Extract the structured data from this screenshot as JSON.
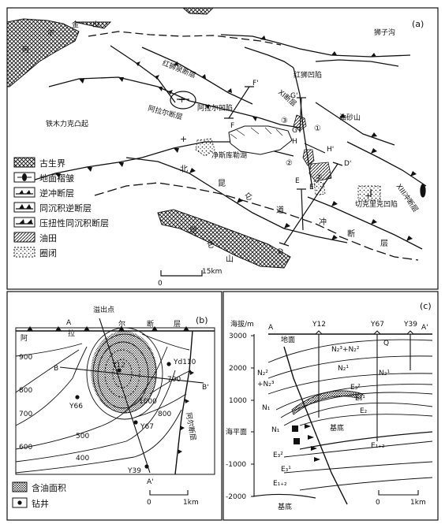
{
  "panel_a": {
    "label": "(a)",
    "places": {
      "jinshan": "金",
      "jinshan2": "山",
      "aer": "阿",
      "aer2": "尔",
      "shizigou": "狮子沟",
      "hongshiquan": "红狮泉断层",
      "hongshi_aoxian": "红狮凹陷",
      "xi_fault": "XI断层",
      "alaer_aoxian": "阿拉尔凹陷",
      "alaer_fault": "阿拉尔断层",
      "tiemuli": "铁木力克凸起",
      "youshashan": "油砂山",
      "jingsi_hu": "净斯库勒湖",
      "bei": "北",
      "kun": "昆",
      "lun": "仑",
      "dao": "道",
      "chong": "冲",
      "duan": "断",
      "ceng": "层",
      "kun2": "昆",
      "lun2": "仑",
      "shan": "山",
      "qieke": "切克里克凹陷",
      "xiii": "XIII冲断层",
      "n1": "①",
      "n2": "②",
      "n3": "③",
      "plus": "+"
    },
    "section_letters": {
      "F": "F",
      "Fp": "F'",
      "G": "G",
      "Gp": "G'",
      "H": "H",
      "Hp": "H'",
      "E": "E",
      "Ep": "E'",
      "D": "D",
      "Dp": "D'"
    },
    "legend": [
      {
        "key": "paleozoic",
        "label": "古生界"
      },
      {
        "key": "anticline",
        "label": "地面褶皱"
      },
      {
        "key": "thrust",
        "label": "逆冲断层"
      },
      {
        "key": "syn_thrust",
        "label": "同沉积逆断层"
      },
      {
        "key": "transpress",
        "label": "压扭性同沉积断层"
      },
      {
        "key": "oilfield",
        "label": "油田"
      },
      {
        "key": "trap",
        "label": "圈闭"
      }
    ],
    "scale": {
      "zero": "0",
      "label": "15km"
    }
  },
  "panel_b": {
    "label": "(b)",
    "top_labels": {
      "yichu": "溢出点",
      "er": "尔",
      "duan": "断",
      "ceng": "层",
      "a": "A",
      "la": "拉",
      "a2": "阿"
    },
    "fault_right": "阿尔断层",
    "contours": [
      "900",
      "800",
      "700",
      "600",
      "500",
      "400",
      "1000",
      "700",
      "800"
    ],
    "wells": {
      "Y12": "Y12",
      "Yd110": "Yd110",
      "Y66": "Y66",
      "Y67": "Y67",
      "Y39": "Y39"
    },
    "section_letters": {
      "A": "A",
      "Ap": "A'",
      "B": "B",
      "Bp": "B'"
    },
    "scale": {
      "zero": "0",
      "label": "1km"
    },
    "legend": [
      {
        "key": "oil_area",
        "label": "含油面积"
      },
      {
        "key": "well",
        "label": "钻井"
      }
    ]
  },
  "panel_c": {
    "label": "(c)",
    "y_title": "海拔/m",
    "y_ticks": [
      "3000",
      "2000",
      "1000",
      "海平面",
      "-1000",
      "-2000"
    ],
    "wells": [
      "Y12",
      "Y67",
      "Y39"
    ],
    "labels": {
      "A": "A",
      "Ap": "A'",
      "ground": "地面",
      "Q": "Q",
      "N2_32": "N₂³+N₂²",
      "N2_1": "N₂¹",
      "N2_2a": "N₂²",
      "N2_3a": "+N₂³",
      "N2_1b": "N₂¹",
      "N1": "N₁",
      "N1b": "N₁",
      "E3_2": "E₃²",
      "E3_1": "E₃¹",
      "E3_2b": "E₃²",
      "E3_1b": "E₃¹",
      "E2": "E₂",
      "E12": "E₁₊₂",
      "E12b": "E₁₊₂",
      "basement": "基底",
      "basement2": "基底"
    },
    "scale": {
      "zero": "0",
      "label": "1km"
    }
  }
}
